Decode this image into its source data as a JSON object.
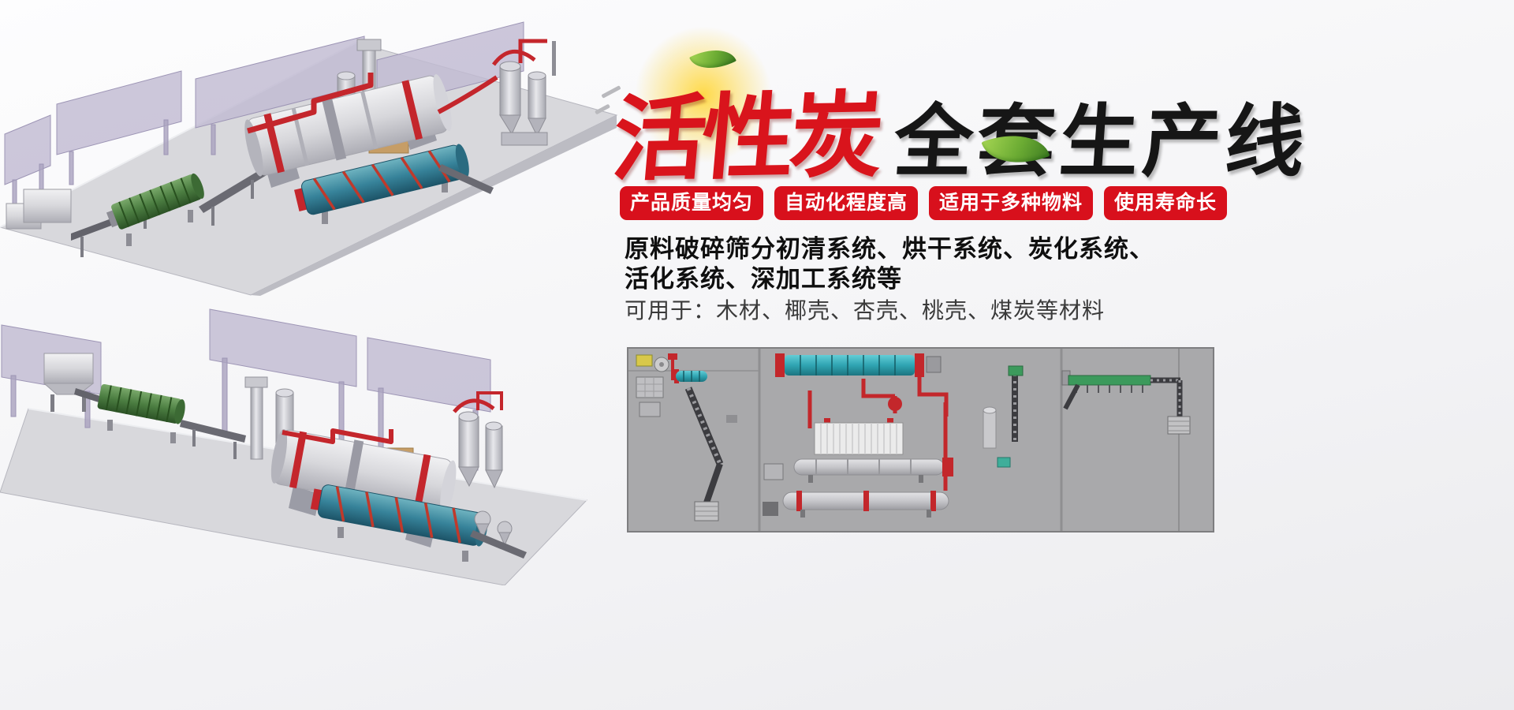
{
  "hero": {
    "title": {
      "red": "活性炭",
      "black": "全套生产线"
    },
    "badges": [
      "产品质量均匀",
      "自动化程度高",
      "适用于多种物料",
      "使用寿命长"
    ],
    "description": {
      "bold_line1": "原料破碎筛分初清系统、烘干系统、炭化系统、",
      "bold_line2": "活化系统、深加工系统等",
      "line3": "可用于：木材、椰壳、杏壳、桃壳、煤炭等材料"
    }
  },
  "colors": {
    "title_red": "#d9141c",
    "badge_red": "#d8101c",
    "title_black": "#161616",
    "pipe_red": "#c4262c",
    "drum_teal": "#37839a",
    "drum_green": "#4b7d41",
    "wall_purple": "#c1bbd2",
    "platform_gray": "#d8d8dc",
    "diagram_bg": "#a9a9ab",
    "leaf_green": "#6bab33"
  },
  "illustrations": {
    "top_left": "isometric-production-line-render-1",
    "bottom_left": "isometric-production-line-render-2",
    "bottom_right": "plant-layout-top-view-diagram"
  }
}
